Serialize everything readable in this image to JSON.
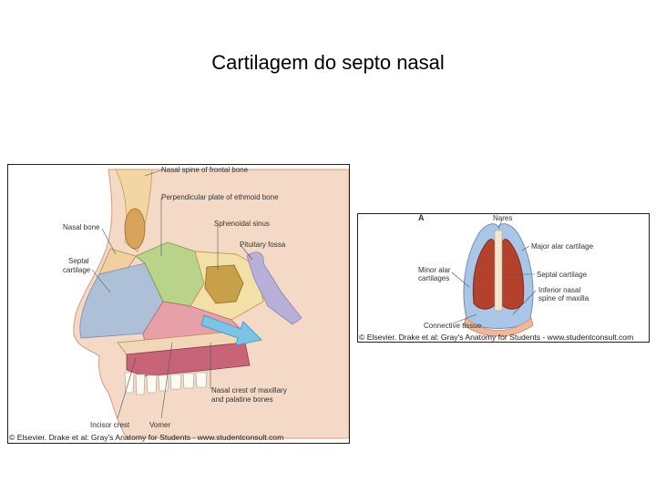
{
  "slide": {
    "title": "Cartilagem do septo nasal"
  },
  "figure_left": {
    "labels": {
      "nasal_spine_frontal": "Nasal spine of frontal bone",
      "perpendicular_plate": "Perpendicular plate of ethmoid bone",
      "nasal_bone": "Nasal bone",
      "sphenoidal_sinus": "Sphenoidal sinus",
      "pituitary_fossa": "Pituitary fossa",
      "septal_cartilage_1": "Septal",
      "septal_cartilage_2": "cartilage",
      "nasal_crest_1": "Nasal crest of maxillary",
      "nasal_crest_2": "and palatine bones",
      "incisor_crest": "Incisor crest",
      "vomer": "Vomer"
    },
    "credit": "© Elsevier. Drake et al: Gray's Anatomy for Students - www.studentconsult.com",
    "colors": {
      "cartilage": "#aebfd8",
      "ethmoid": "#b9d48a",
      "vomer": "#e8a0a8",
      "bone": "#f3dfa8",
      "sinus": "#c9a04a",
      "skin": "#e9b9a0",
      "arrow": "#7cc3e6"
    }
  },
  "figure_right": {
    "panel_letter": "A",
    "labels": {
      "nares": "Nares",
      "major_alar": "Major alar cartilage",
      "minor_alar_1": "Minor alar",
      "minor_alar_2": "cartilages",
      "septal_cartilage": "Septal cartilage",
      "inferior_nasal_1": "Inferior nasal",
      "inferior_nasal_2": "spine of maxilla",
      "connective_tissue": "Connective tissue"
    },
    "credit": "© Elsevier. Drake et al: Gray's Anatomy for Students - www.studentconsult.com",
    "colors": {
      "outer": "#aac6e6",
      "inner": "#b3412c",
      "skin": "#f0b89a"
    }
  }
}
